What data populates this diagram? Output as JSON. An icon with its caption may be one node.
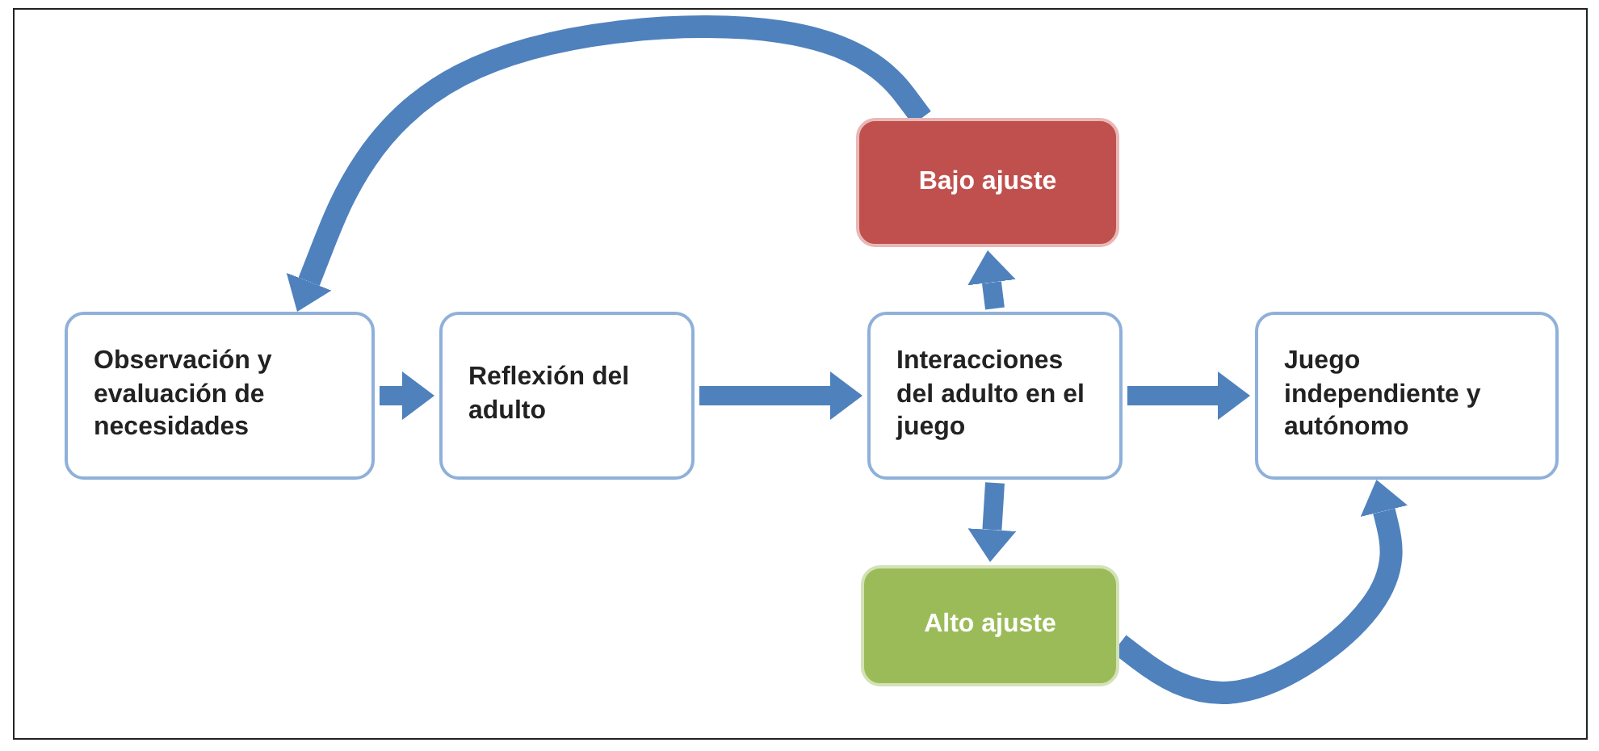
{
  "diagram": {
    "nodes": [
      {
        "text": [
          "Observación y evaluación de necesidades"
        ]
      },
      {
        "text": [
          "Reflexión del adulto"
        ]
      },
      {
        "text": [
          "Interacciones del adulto en el juego"
        ]
      },
      {
        "text": [
          "Juego independiente y autónomo"
        ]
      },
      {
        "text": [
          "Bajo ajuste"
        ]
      },
      {
        "text": [
          "Alto ajuste"
        ]
      }
    ],
    "edges": [
      {
        "from": 0,
        "to": 1,
        "arrow": "to"
      },
      {
        "from": 1,
        "to": 2,
        "arrow": "to"
      },
      {
        "from": 2,
        "to": 3,
        "arrow": "to"
      },
      {
        "from": 2,
        "to": 4,
        "arrow": "to"
      },
      {
        "from": 2,
        "to": 5,
        "arrow": "to"
      },
      {
        "from": 4,
        "to": 0,
        "arrow": "to"
      },
      {
        "from": 5,
        "to": 3,
        "arrow": "to"
      }
    ]
  }
}
